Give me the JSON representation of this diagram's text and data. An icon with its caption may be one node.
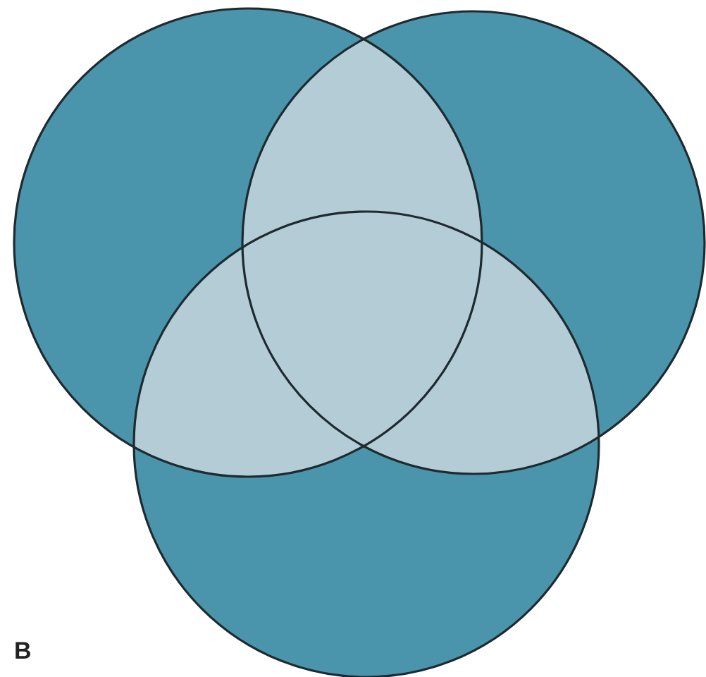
{
  "diagram": {
    "nodes": [
      {
        "text": [],
        "shape": "circle"
      },
      {
        "text": [],
        "shape": "circle"
      },
      {
        "text": [],
        "shape": "circle"
      }
    ],
    "labels": [
      "B"
    ]
  }
}
